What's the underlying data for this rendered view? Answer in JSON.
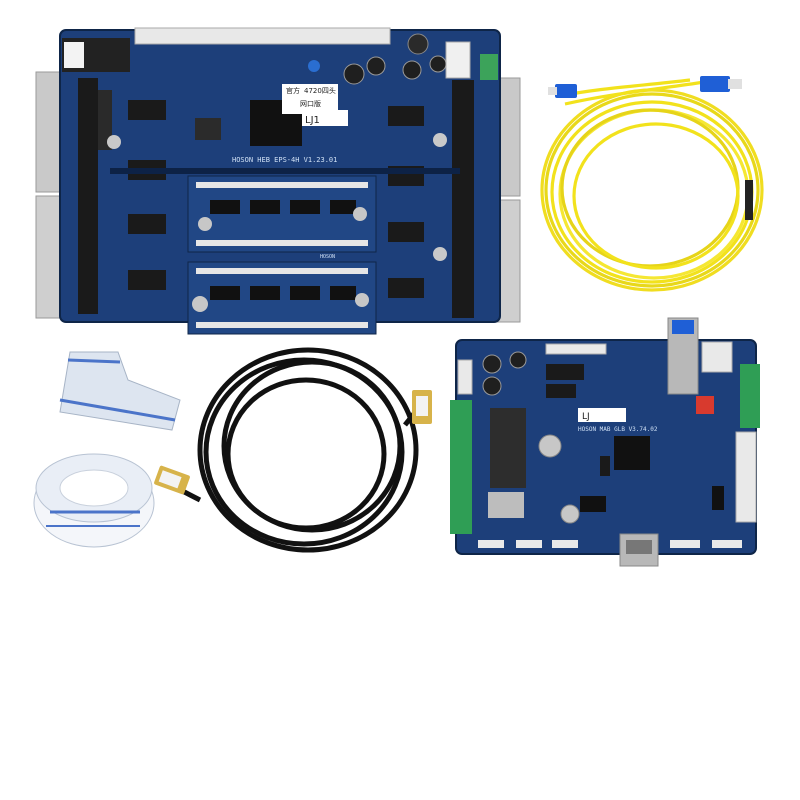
{
  "scene": {
    "background": "#ffffff",
    "pcb_color": "#1d3f7a",
    "pcb_dark": "#14305f",
    "fiber_color": "#f2e21c",
    "fiber_connector_color": "#1f5fd6",
    "ethernet_color": "#111111"
  },
  "head_board": {
    "silkscreen": "HOSON HEB EPS-4H V1.23.01",
    "sticker_line1": "4720四头",
    "sticker_line2": "网口版",
    "sticker_tag": "官方",
    "sticker_id": "LJ1",
    "small_silk": "HOSON"
  },
  "main_board": {
    "silkscreen": "HOSON MAB GLB V3.74.02",
    "sticker_id": "LJ"
  },
  "accessories": {
    "fiber_cable": "fiber-optic-patch-cable",
    "ethernet_cable": "cat-ethernet-cable",
    "ribbon_cables": "flat-ribbon-cables"
  }
}
